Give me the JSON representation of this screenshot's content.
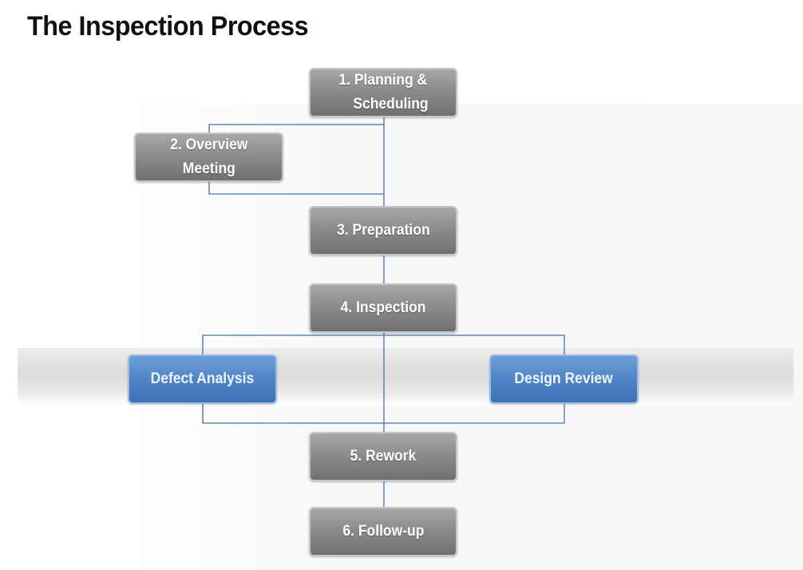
{
  "title": "The Inspection Process",
  "steps": {
    "planning": "1. Planning &\n    Scheduling",
    "overview": "2. Overview\nMeeting",
    "preparation": "3. Preparation",
    "inspection": "4. Inspection",
    "defect_analysis": "Defect Analysis",
    "design_review": "Design Review",
    "rework": "5. Rework",
    "follow_up": "6. Follow-up"
  },
  "colors": {
    "step_box": "#8c8c8c",
    "optional_box": "#4d82c4",
    "connector": "#4a6fa8"
  }
}
